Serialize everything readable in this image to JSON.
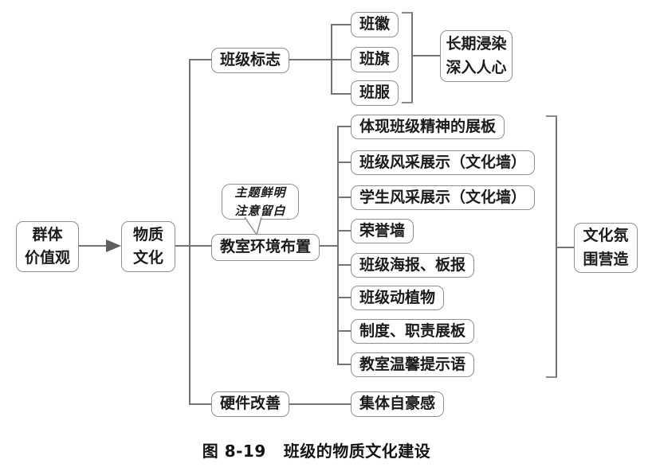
{
  "nodes": {
    "root": "群体\n价值观",
    "trunk": "物质\n文化",
    "branch_logo": "班级标志",
    "logo_items": [
      {
        "label": "班徽"
      },
      {
        "label": "班旗"
      },
      {
        "label": "班服"
      }
    ],
    "logo_outcome": "长期浸染\n深入人心",
    "branch_env": "教室环境布置",
    "env_note": "主题鲜明\n注意留白",
    "env_items": [
      {
        "label": "体现班级精神的展板"
      },
      {
        "label": "班级风采展示（文化墙）"
      },
      {
        "label": "学生风采展示（文化墙）"
      },
      {
        "label": "荣誉墙"
      },
      {
        "label": "班级海报、板报"
      },
      {
        "label": "班级动植物"
      },
      {
        "label": "制度、职责展板"
      },
      {
        "label": "教室温馨提示语"
      }
    ],
    "env_outcome": "文化氛\n围营造",
    "branch_hw": "硬件改善",
    "hw_outcome": "集体自豪感"
  },
  "caption": {
    "label": "图 8-19",
    "title": "班级的物质文化建设"
  },
  "colors": {
    "line": "#747474",
    "border": "#8f8f8f",
    "text": "#1b1b1b"
  }
}
